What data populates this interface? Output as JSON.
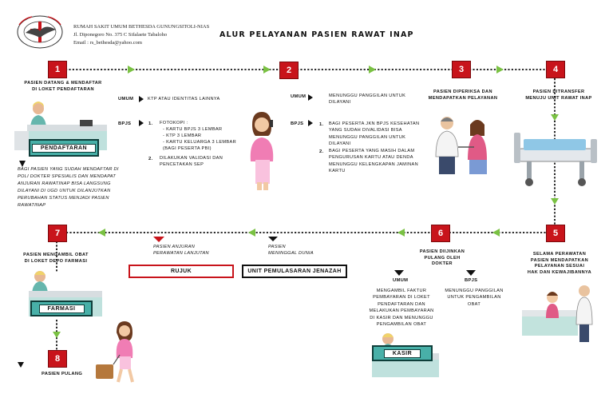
{
  "header": {
    "org_name": "RUMAH SAKIT UMUM BETHESDA GUNUNGSITOLI-NIAS",
    "address": "Jl. Diponegoro No. 375 C Sifalaete Tabaloho",
    "email": "Email : rs_bethesda@yahoo.com",
    "logo_ring_text": "RUMAH SAKIT UMUM BETHESDA",
    "title": "ALUR PELAYANAN PASIEN RAWAT INAP"
  },
  "colors": {
    "accent_red": "#c8141b",
    "arrow_green": "#7ac143",
    "box_teal": "#48b0a8"
  },
  "steps": {
    "s1": {
      "num": "1",
      "caption": "PASIEN DATANG & MENDAFTAR\nDI LOKET PENDAFTARAN",
      "box": "PENDAFTARAN",
      "note": "BAGI PASIEN YANG SUDAH MENDAFTAR DI POLI DOKTER SPESIALIS DAN MENDAPAT ANJURAN RAWATINAP BISA LANGSUNG DILAYANI DI UGD UNTUK DILANJUTKAN PERUBAHAN STATUS MENJADI PASIEN RAWATINAP"
    },
    "s1_req": {
      "umum_label": "UMUM",
      "umum_text": "KTP ATAU IDENTITAS LAINNYA",
      "bpjs_label": "BPJS",
      "item1_num": "1.",
      "item1_title": "FOTOKOPI :",
      "item1_a": "- KARTU BPJS 3 LEMBAR",
      "item1_b": "- KTP 3 LEMBAR",
      "item1_c": "- KARTU KELUARGA 3 LEMBAR",
      "item1_d": "(BAGI PESERTA PBI)",
      "item2_num": "2.",
      "item2_text": "DILAKUKAN VALIDASI DAN PENCETAKAN SEP"
    },
    "s2": {
      "num": "2",
      "umum_label": "UMUM",
      "umum_text": "MENUNGGU PANGGILAN UNTUK DILAYANI",
      "bpjs_label": "BPJS",
      "item1_num": "1.",
      "item1_text": "BAGI PESERTA JKN BPJS KESEHATAN YANG SUDAH DIVALIDASI BISA MENUNGGU PANGGILAN UNTUK DILAYANI",
      "item2_num": "2.",
      "item2_text": "BAGI PESERTA YANG MASIH DALAM PENGURUSAN KARTU ATAU DENDA MENUNGGU KELENGKAPAN JAMINAN KARTU"
    },
    "s3": {
      "num": "3",
      "caption": "PASIEN DIPERIKSA DAN\nMENDAPATKAN PELAYANAN"
    },
    "s4": {
      "num": "4",
      "caption": "PASIEN DITRANSFER\nMENUJU UNIT RAWAT INAP"
    },
    "s5": {
      "num": "5",
      "caption": "SELAMA PERAWATAN\nPASIEN MENDAPATKAN\nPELAYANAN SESUAI\nHAK DAN KEWAJIBANNYA"
    },
    "s6": {
      "num": "6",
      "caption": "PASIEN DIIJINKAN\nPULANG OLEH\nDOKTER",
      "umum_label": "UMUM",
      "umum_text": "MENGAMBIL FAKTUR PEMBAYARAN DI LOKET PENDAFTARAN DAN MELAKUKAN PEMBAYARAN DI KASIR DAN MENUNGGU PENGAMBILAN OBAT",
      "bpjs_label": "BPJS",
      "bpjs_text": "MENUNGGU PANGGILAN UNTUK PENGAMBILAN OBAT",
      "box": "KASIR"
    },
    "s7": {
      "num": "7",
      "caption": "PASIEN MENGAMBIL OBAT\nDI LOKET DEPO FARMASI",
      "box": "FARMASI"
    },
    "s8": {
      "num": "8",
      "caption": "PASIEN PULANG"
    },
    "rujuk": {
      "note": "PASIEN ANJURAN\nPERAWATAN LANJUTAN",
      "box": "RUJUK"
    },
    "jenazah": {
      "note": "PASIEN\nMENINGGAL DUNIA",
      "box": "UNIT PEMULASARAN JENAZAH"
    }
  }
}
